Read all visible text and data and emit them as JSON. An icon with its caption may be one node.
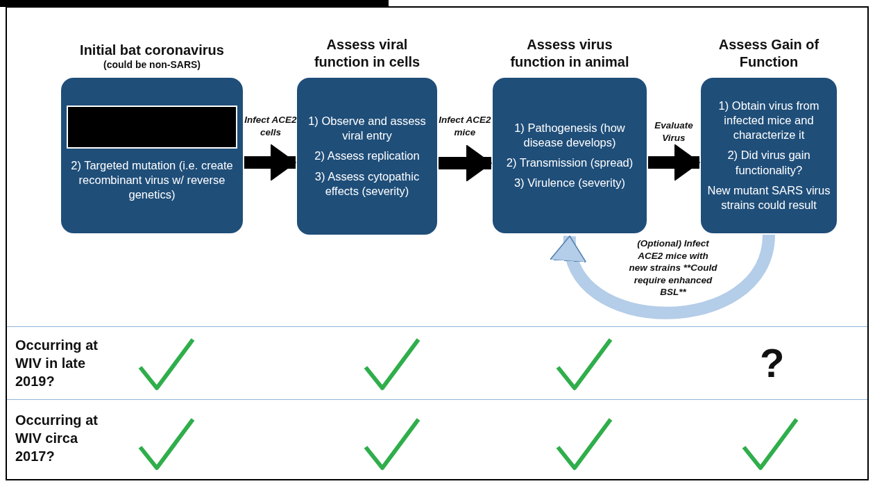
{
  "diagram": {
    "nodes": [
      {
        "text": [
          "Initial bat coronavirus",
          "(could be non-SARS)",
          "2) Targeted mutation (i.e. create recombinant virus w/ reverse genetics)"
        ]
      },
      {
        "text": [
          "Assess viral function in cells",
          "1) Observe and assess viral entry",
          "2) Assess replication",
          "3) Assess cytopathic effects (severity)"
        ]
      },
      {
        "text": [
          "Assess virus function in animal",
          "1) Pathogenesis (how disease develops)",
          "2) Transmission (spread)",
          "3) Virulence (severity)"
        ]
      },
      {
        "text": [
          "Assess Gain of Function",
          "1) Obtain virus from infected mice and characterize it",
          "2) Did virus gain functionality?",
          "New mutant SARS virus strains could result"
        ]
      }
    ],
    "edges": [
      {
        "from": 0,
        "to": 1,
        "arrow": "to",
        "label": "Infect ACE2 cells"
      },
      {
        "from": 1,
        "to": 2,
        "arrow": "to",
        "label": "Infect ACE2 mice"
      },
      {
        "from": 2,
        "to": 3,
        "arrow": "to",
        "label": "Evaluate Virus"
      },
      {
        "from": 3,
        "to": 2,
        "arrow": "to",
        "label": "(Optional) Infect ACE2 mice with new strains **Could require enhanced BSL**",
        "color": "#b4cde8"
      }
    ],
    "labels": [
      "Occurring at WIV in late 2019?",
      "?",
      "Occurring at WIV circa 2017?"
    ]
  }
}
